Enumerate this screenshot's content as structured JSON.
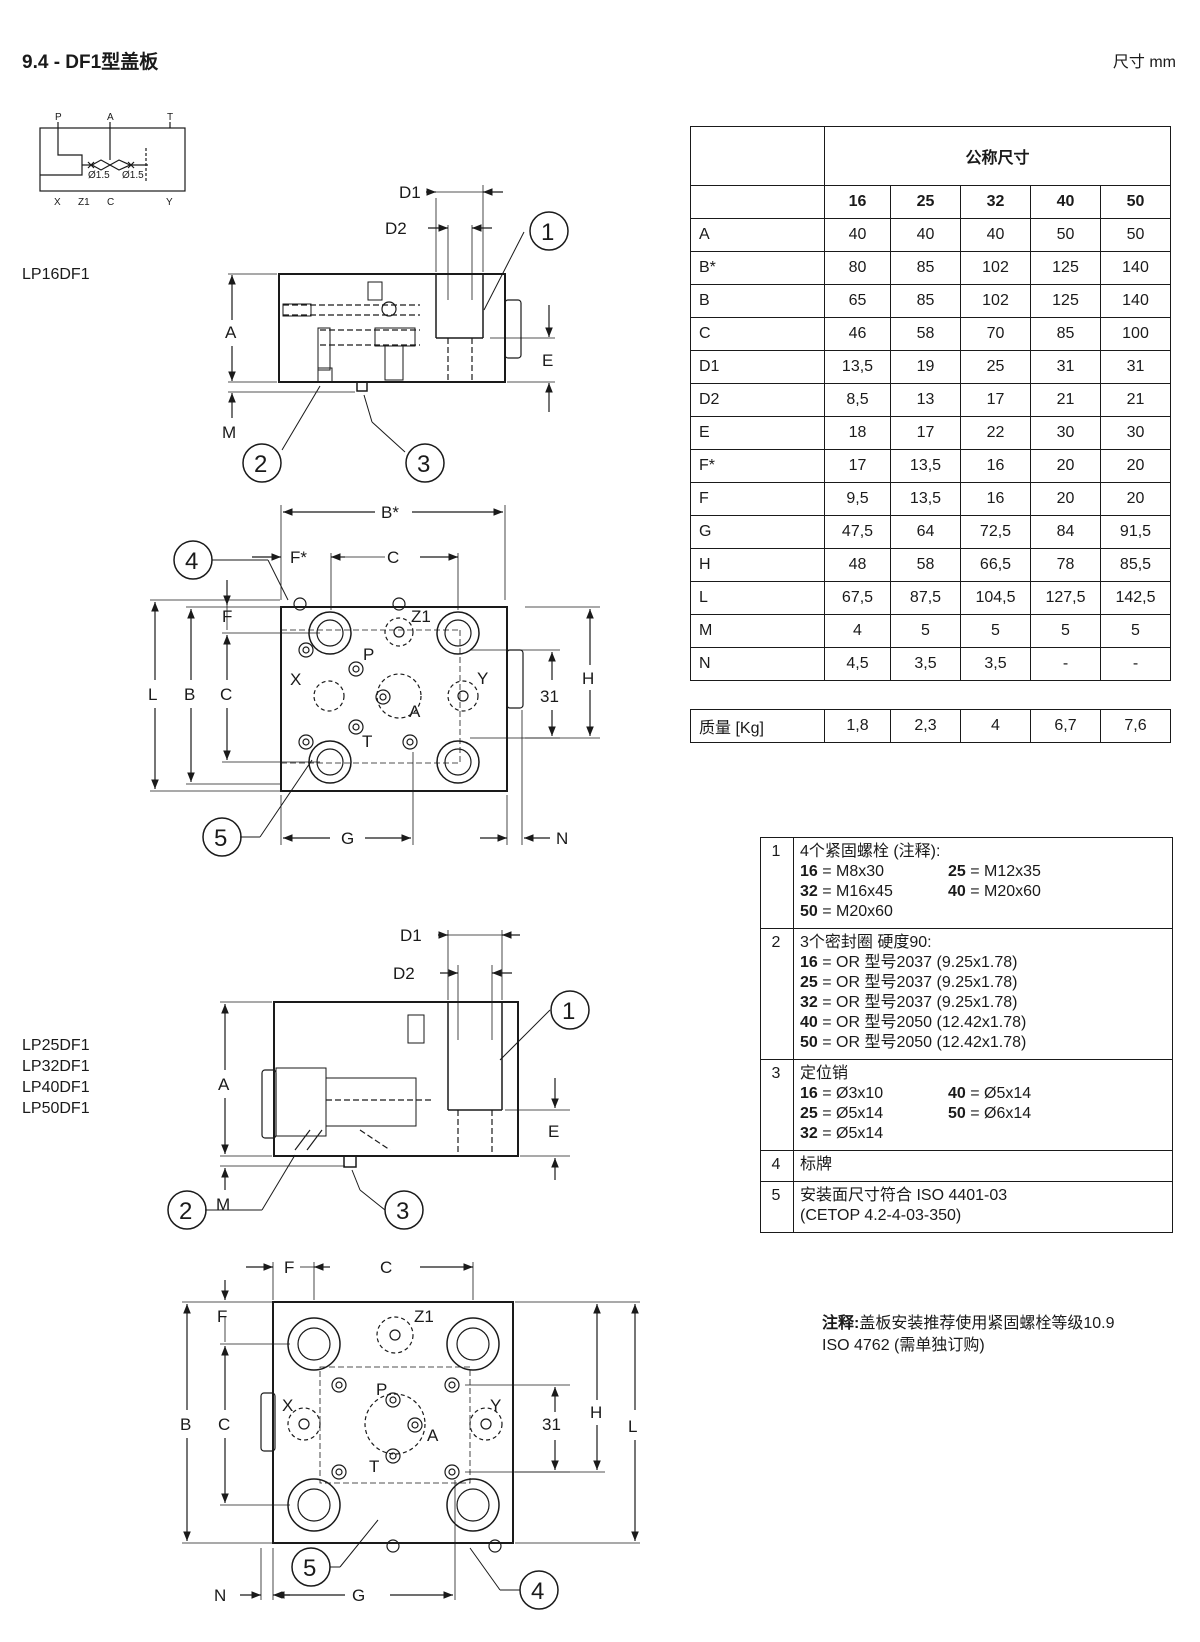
{
  "header": {
    "title": "9.4 - DF1型盖板",
    "units": "尺寸  mm"
  },
  "models": {
    "first": "LP16DF1",
    "second": [
      "LP25DF1",
      "LP32DF1",
      "LP40DF1",
      "LP50DF1"
    ]
  },
  "schematic": {
    "ports_top": [
      "P",
      "A",
      "T"
    ],
    "ports_bottom": [
      "X",
      "Z1",
      "C",
      "Y"
    ],
    "orifice_1": "Ø1.5",
    "orifice_2": "Ø1.5"
  },
  "drawing_labels": {
    "D1": "D1",
    "D2": "D2",
    "A": "A",
    "E": "E",
    "M": "M",
    "B_star": "B*",
    "F_star": "F*",
    "C": "C",
    "F": "F",
    "L": "L",
    "B": "B",
    "H": "H",
    "G": "G",
    "N": "N",
    "dim31": "31",
    "port_Z1": "Z1",
    "port_P": "P",
    "port_X": "X",
    "port_Y": "Y",
    "port_A": "A",
    "port_T": "T",
    "callouts": [
      "1",
      "2",
      "3",
      "4",
      "5"
    ]
  },
  "dimensions_table": {
    "group_header": "公称尺寸",
    "columns": [
      "16",
      "25",
      "32",
      "40",
      "50"
    ],
    "rows": [
      {
        "label": "A",
        "values": [
          "40",
          "40",
          "40",
          "50",
          "50"
        ]
      },
      {
        "label": "B*",
        "values": [
          "80",
          "85",
          "102",
          "125",
          "140"
        ]
      },
      {
        "label": "B",
        "values": [
          "65",
          "85",
          "102",
          "125",
          "140"
        ]
      },
      {
        "label": "C",
        "values": [
          "46",
          "58",
          "70",
          "85",
          "100"
        ]
      },
      {
        "label": "D1",
        "values": [
          "13,5",
          "19",
          "25",
          "31",
          "31"
        ]
      },
      {
        "label": "D2",
        "values": [
          "8,5",
          "13",
          "17",
          "21",
          "21"
        ]
      },
      {
        "label": "E",
        "values": [
          "18",
          "17",
          "22",
          "30",
          "30"
        ]
      },
      {
        "label": "F*",
        "values": [
          "17",
          "13,5",
          "16",
          "20",
          "20"
        ]
      },
      {
        "label": "F",
        "values": [
          "9,5",
          "13,5",
          "16",
          "20",
          "20"
        ]
      },
      {
        "label": "G",
        "values": [
          "47,5",
          "64",
          "72,5",
          "84",
          "91,5"
        ]
      },
      {
        "label": "H",
        "values": [
          "48",
          "58",
          "66,5",
          "78",
          "85,5"
        ]
      },
      {
        "label": "L",
        "values": [
          "67,5",
          "87,5",
          "104,5",
          "127,5",
          "142,5"
        ]
      },
      {
        "label": "M",
        "values": [
          "4",
          "5",
          "5",
          "5",
          "5"
        ]
      },
      {
        "label": "N",
        "values": [
          "4,5",
          "3,5",
          "3,5",
          "-",
          "-"
        ]
      }
    ]
  },
  "mass_table": {
    "label": "质量 [Kg]",
    "values": [
      "1,8",
      "2,3",
      "4",
      "6,7",
      "7,6"
    ]
  },
  "legend": [
    {
      "num": "1",
      "title": "4个紧固螺栓 (注释):",
      "pairs": [
        [
          "16",
          " = M8x30",
          "25",
          " = M12x35"
        ],
        [
          "32",
          " = M16x45",
          "40",
          " = M20x60"
        ],
        [
          "50",
          " = M20x60",
          "",
          ""
        ]
      ]
    },
    {
      "num": "2",
      "title": "3个密封圈 硬度90:",
      "lines": [
        [
          "16",
          " = OR 型号2037 (9.25x1.78)"
        ],
        [
          "25",
          " = OR 型号2037 (9.25x1.78)"
        ],
        [
          "32",
          " = OR 型号2037 (9.25x1.78)"
        ],
        [
          "40",
          " = OR 型号2050 (12.42x1.78)"
        ],
        [
          "50",
          " = OR 型号2050 (12.42x1.78)"
        ]
      ]
    },
    {
      "num": "3",
      "title": "定位销",
      "pairs": [
        [
          "16",
          " = Ø3x10",
          "40",
          " = Ø5x14"
        ],
        [
          "25",
          " = Ø5x14",
          "50",
          " = Ø6x14"
        ],
        [
          "32",
          " = Ø5x14",
          "",
          ""
        ]
      ]
    },
    {
      "num": "4",
      "title": "标牌"
    },
    {
      "num": "5",
      "title": "安装面尺寸符合 ISO 4401-03",
      "subtitle": "(CETOP 4.2-4-03-350)"
    }
  ],
  "note": {
    "prefix": "注释:",
    "text": "盖板安装推荐使用紧固螺栓等级10.9",
    "line2": "ISO 4762 (需单独订购)"
  }
}
